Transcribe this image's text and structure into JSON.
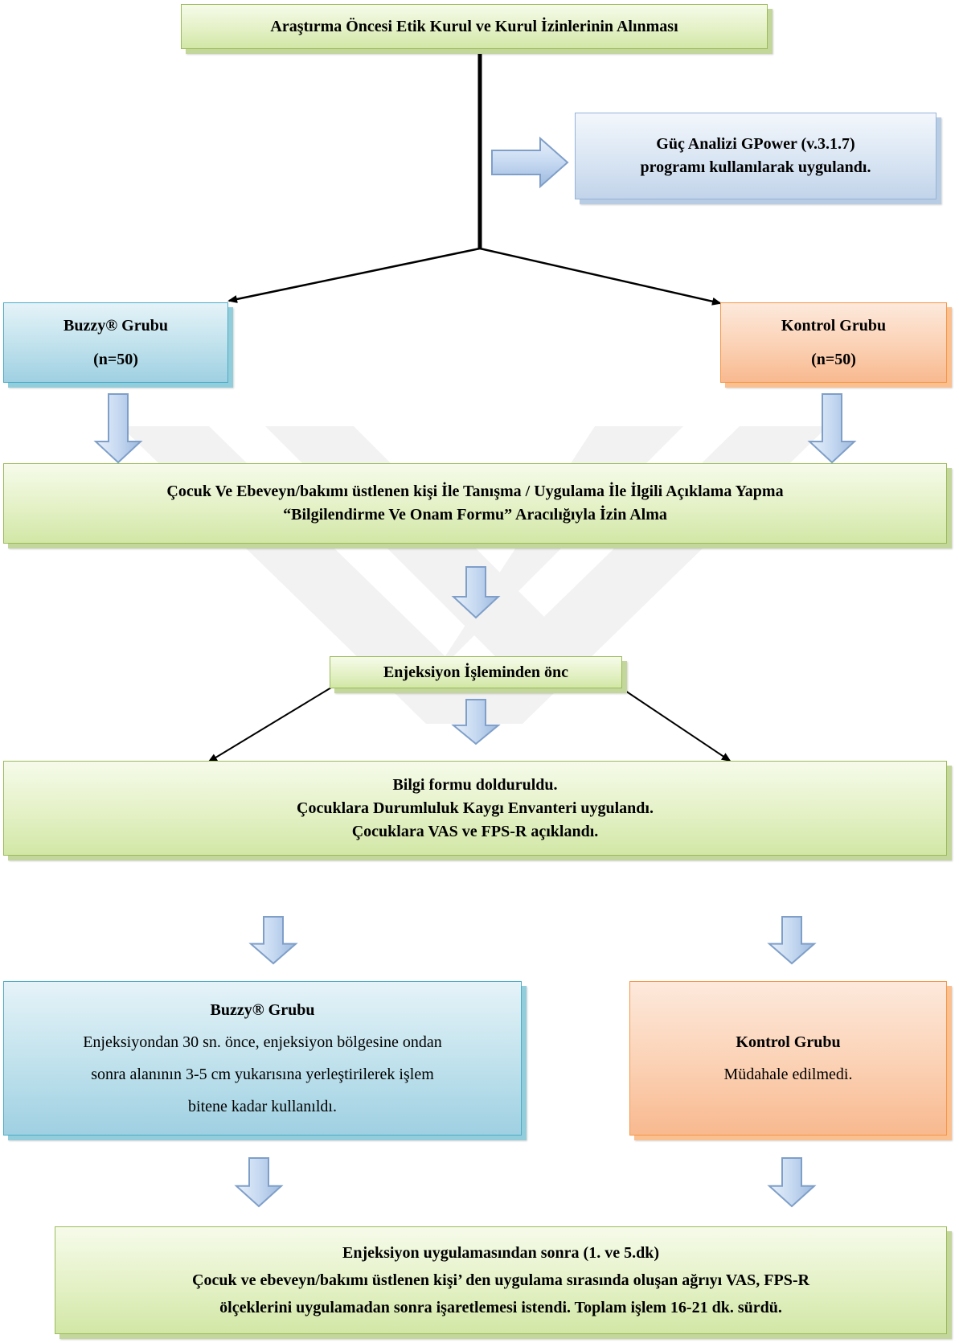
{
  "colors": {
    "green_fill": "#e4f1c6",
    "blue_fill": "#d9e5f3",
    "cyan_fill": "#bfe1ec",
    "orange_fill": "#fbd1b4",
    "arrow_fill": "#c6d9f1",
    "arrow_stroke": "#7f9fc9",
    "watermark": "#f0f0f0"
  },
  "nodes": {
    "ethics": {
      "text": "Araştırma Öncesi Etik Kurul ve Kurul İzinlerinin Alınması"
    },
    "power_analysis": {
      "line1": "Güç Analizi GPower (v.3.1.7)",
      "line2": "programı kullanılarak uygulandı."
    },
    "buzzy_group": {
      "title": "Buzzy® Grubu",
      "n": "(n=50)"
    },
    "control_group": {
      "title": "Kontrol Grubu",
      "n": "(n=50)"
    },
    "introduction": {
      "line1": "Çocuk Ve Ebeveyn/bakımı üstlenen kişi  İle Tanışma / Uygulama İle İlgili Açıklama Yapma",
      "line2": "“Bilgilendirme Ve Onam Formu” Aracılığıyla İzin Alma"
    },
    "before_injection": {
      "text": "Enjeksiyon İşleminden önc"
    },
    "info_form": {
      "line1": "Bilgi formu dolduruldu.",
      "line2": "Çocuklara Durumluluk Kaygı Envanteri uygulandı.",
      "line3": "Çocuklara VAS ve FPS-R açıklandı."
    },
    "buzzy_intervention": {
      "title": "Buzzy® Grubu",
      "line1": "Enjeksiyondan 30 sn. önce, enjeksiyon bölgesine ondan",
      "line2": "sonra alanının 3-5 cm yukarısına yerleştirilerek işlem",
      "line3": "bitene kadar kullanıldı."
    },
    "control_intervention": {
      "title": "Kontrol Grubu",
      "text": "Müdahale edilmedi."
    },
    "after_injection": {
      "line1": "Enjeksiyon uygulamasından sonra (1. ve 5.dk)",
      "line2": "Çocuk ve ebeveyn/bakımı üstlenen kişi’ den uygulama sırasında oluşan ağrıyı VAS, FPS-R",
      "line3": "ölçeklerini uygulamadan sonra işaretlemesi istendi.  Toplam işlem 16-21 dk. sürdü."
    }
  },
  "edges": [
    {
      "from": "ethics",
      "to": "power_analysis"
    },
    {
      "from": "ethics",
      "to": "buzzy_group"
    },
    {
      "from": "ethics",
      "to": "control_group"
    },
    {
      "from": "buzzy_group",
      "to": "introduction"
    },
    {
      "from": "control_group",
      "to": "introduction"
    },
    {
      "from": "introduction",
      "to": "before_injection"
    },
    {
      "from": "before_injection",
      "to": "info_form"
    },
    {
      "from": "info_form",
      "to": "buzzy_intervention"
    },
    {
      "from": "info_form",
      "to": "control_intervention"
    },
    {
      "from": "buzzy_intervention",
      "to": "after_injection"
    },
    {
      "from": "control_intervention",
      "to": "after_injection"
    }
  ]
}
